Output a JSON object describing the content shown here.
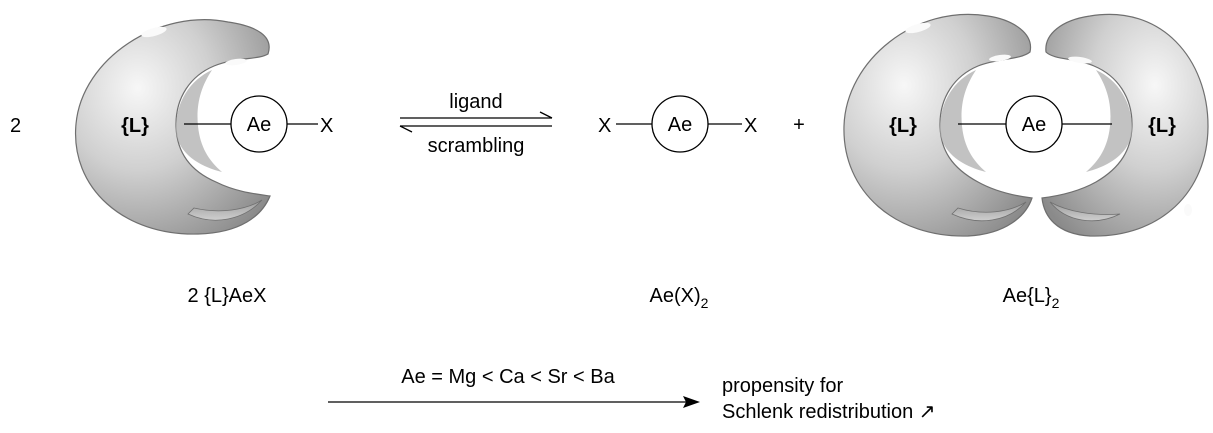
{
  "reaction": {
    "coefficient": "2",
    "ligand_symbol": "{L}",
    "metal_symbol": "Ae",
    "anion_symbol": "X",
    "plus_sign": "+",
    "arrow_top_label": "ligand",
    "arrow_bottom_label": "scrambling"
  },
  "compound_labels": {
    "reactant": "2 {L}AeX",
    "product1_main": "Ae(X)",
    "product1_sub": "2",
    "product2_main": "Ae{L}",
    "product2_sub": "2"
  },
  "trend": {
    "series_label": "Ae = Mg < Ca < Sr < Ba",
    "outcome_line1": "propensity for",
    "outcome_line2": "Schlenk redistribution ↗"
  },
  "colors": {
    "pocket_light": "#f4f4f4",
    "pocket_mid": "#bdbdbd",
    "pocket_dark": "#8a8a8a",
    "line": "#000000"
  }
}
